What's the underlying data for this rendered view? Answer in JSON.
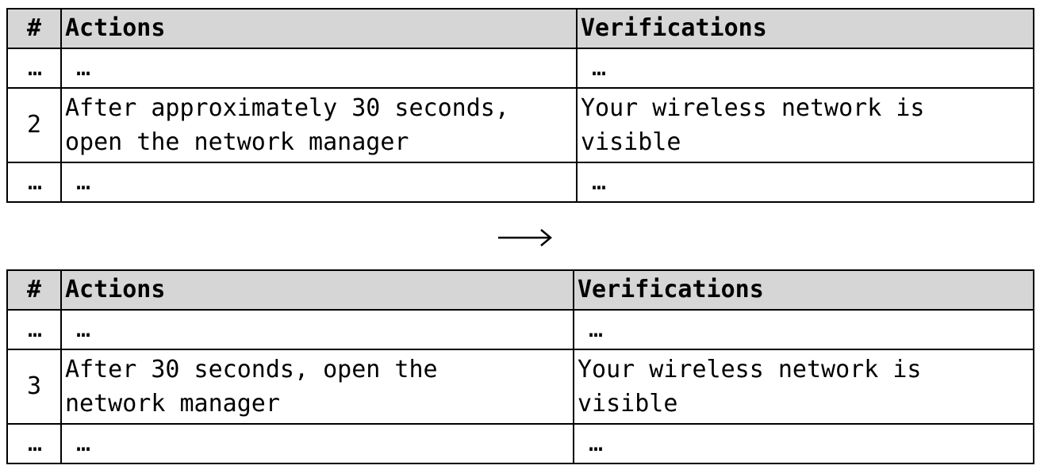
{
  "before": {
    "headers": {
      "num": "#",
      "actions": "Actions",
      "verifications": "Verifications"
    },
    "rows": [
      {
        "num": "…",
        "action": "…",
        "verification": "…"
      },
      {
        "num": "2",
        "action": "After approximately 30 seconds,\nopen the network manager",
        "verification": "Your wireless network is\nvisible"
      },
      {
        "num": "…",
        "action": "…",
        "verification": "…"
      }
    ]
  },
  "transition": {
    "icon": "right-arrow-icon"
  },
  "after": {
    "headers": {
      "num": "#",
      "actions": "Actions",
      "verifications": "Verifications"
    },
    "rows": [
      {
        "num": "…",
        "action": "…",
        "verification": "…"
      },
      {
        "num": "3",
        "action": "After 30 seconds, open the\nnetwork manager",
        "verification": "Your wireless network is\nvisible"
      },
      {
        "num": "…",
        "action": "…",
        "verification": "…"
      }
    ]
  }
}
